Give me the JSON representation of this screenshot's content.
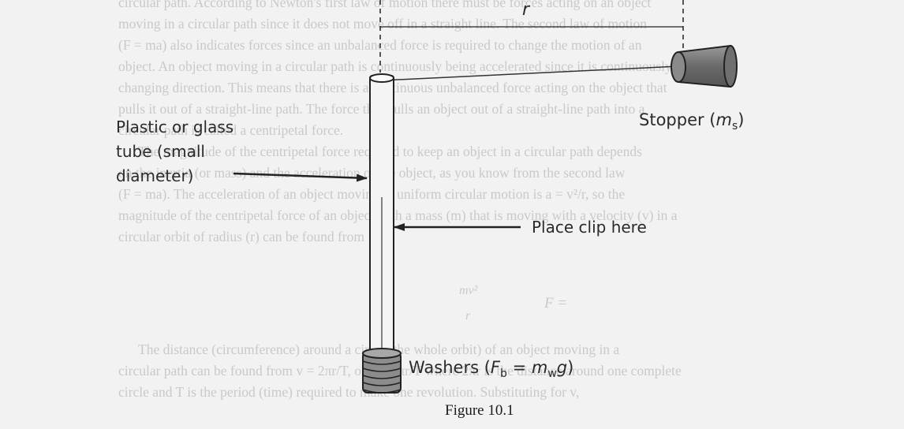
{
  "background_text": [
    "circular path. According to Newton's first law of motion there must be forces acting on an object",
    "moving in a circular path since it does not move off in a straight line. The second law of motion",
    "(F = ma) also indicates forces since an unbalanced force is required to change the motion of an",
    "object. An object moving in a circular path is continuously being accelerated since it is continuously",
    "changing direction. This means that there is a continuous unbalanced force acting on the object that",
    "pulls it out of a straight-line path. The force that pulls an object out of a straight-line path into a",
    "circular path is called a centripetal force.",
    "The magnitude of the centripetal force required to keep an object in a circular path depends",
    "on the inertia (or mass) and the acceleration of the object, as you know from the second law",
    "(F = ma). The acceleration of an object moving in uniform circular motion is a = v²/r, so the",
    "magnitude of the centripetal force of an object with a mass (m) that is moving with a velocity (v) in a",
    "circular orbit of radius (r) can be found from",
    "The distance (circumference) around a circle (the whole orbit) of an object moving in a",
    "circular path can be found from v = 2πr/T, or v = 2πr/T where 2πr is the distance around one complete",
    "circle and T is the period (time) required to make one revolution. Substituting for v,"
  ],
  "equation": {
    "numerator": "mv²",
    "denominator": "r",
    "lhs": "F ="
  },
  "labels": {
    "radius": "r",
    "tube_line1": "Plastic or glass",
    "tube_line2": "tube (small",
    "tube_line3": "diameter)",
    "stopper_prefix": "Stopper (",
    "stopper_var": "m",
    "stopper_sub": "s",
    "stopper_suffix": ")",
    "clip": "Place clip here",
    "washers_prefix": "Washers (",
    "washers_F": "F",
    "washers_Fsub": "b",
    "washers_eq": " = ",
    "washers_m": "m",
    "washers_msub": "w",
    "washers_g": "g",
    "washers_suffix": ")"
  },
  "caption": "Figure 10.1",
  "colors": {
    "stopper": "#7a7a7a",
    "washer": "#8c8c8c",
    "ink": "#222222"
  }
}
